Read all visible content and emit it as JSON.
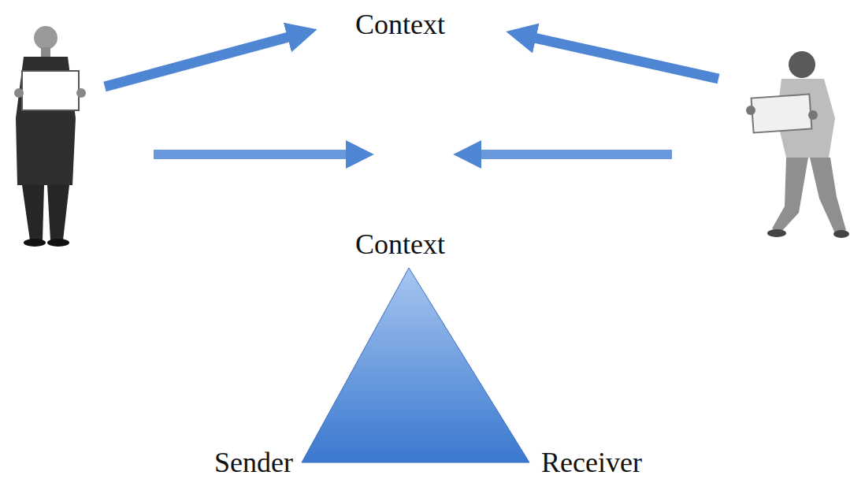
{
  "diagram": {
    "nodes": [
      {
        "text": [
          "Context",
          "Sender",
          "Receiver"
        ]
      }
    ],
    "labels": [
      "Context"
    ]
  }
}
